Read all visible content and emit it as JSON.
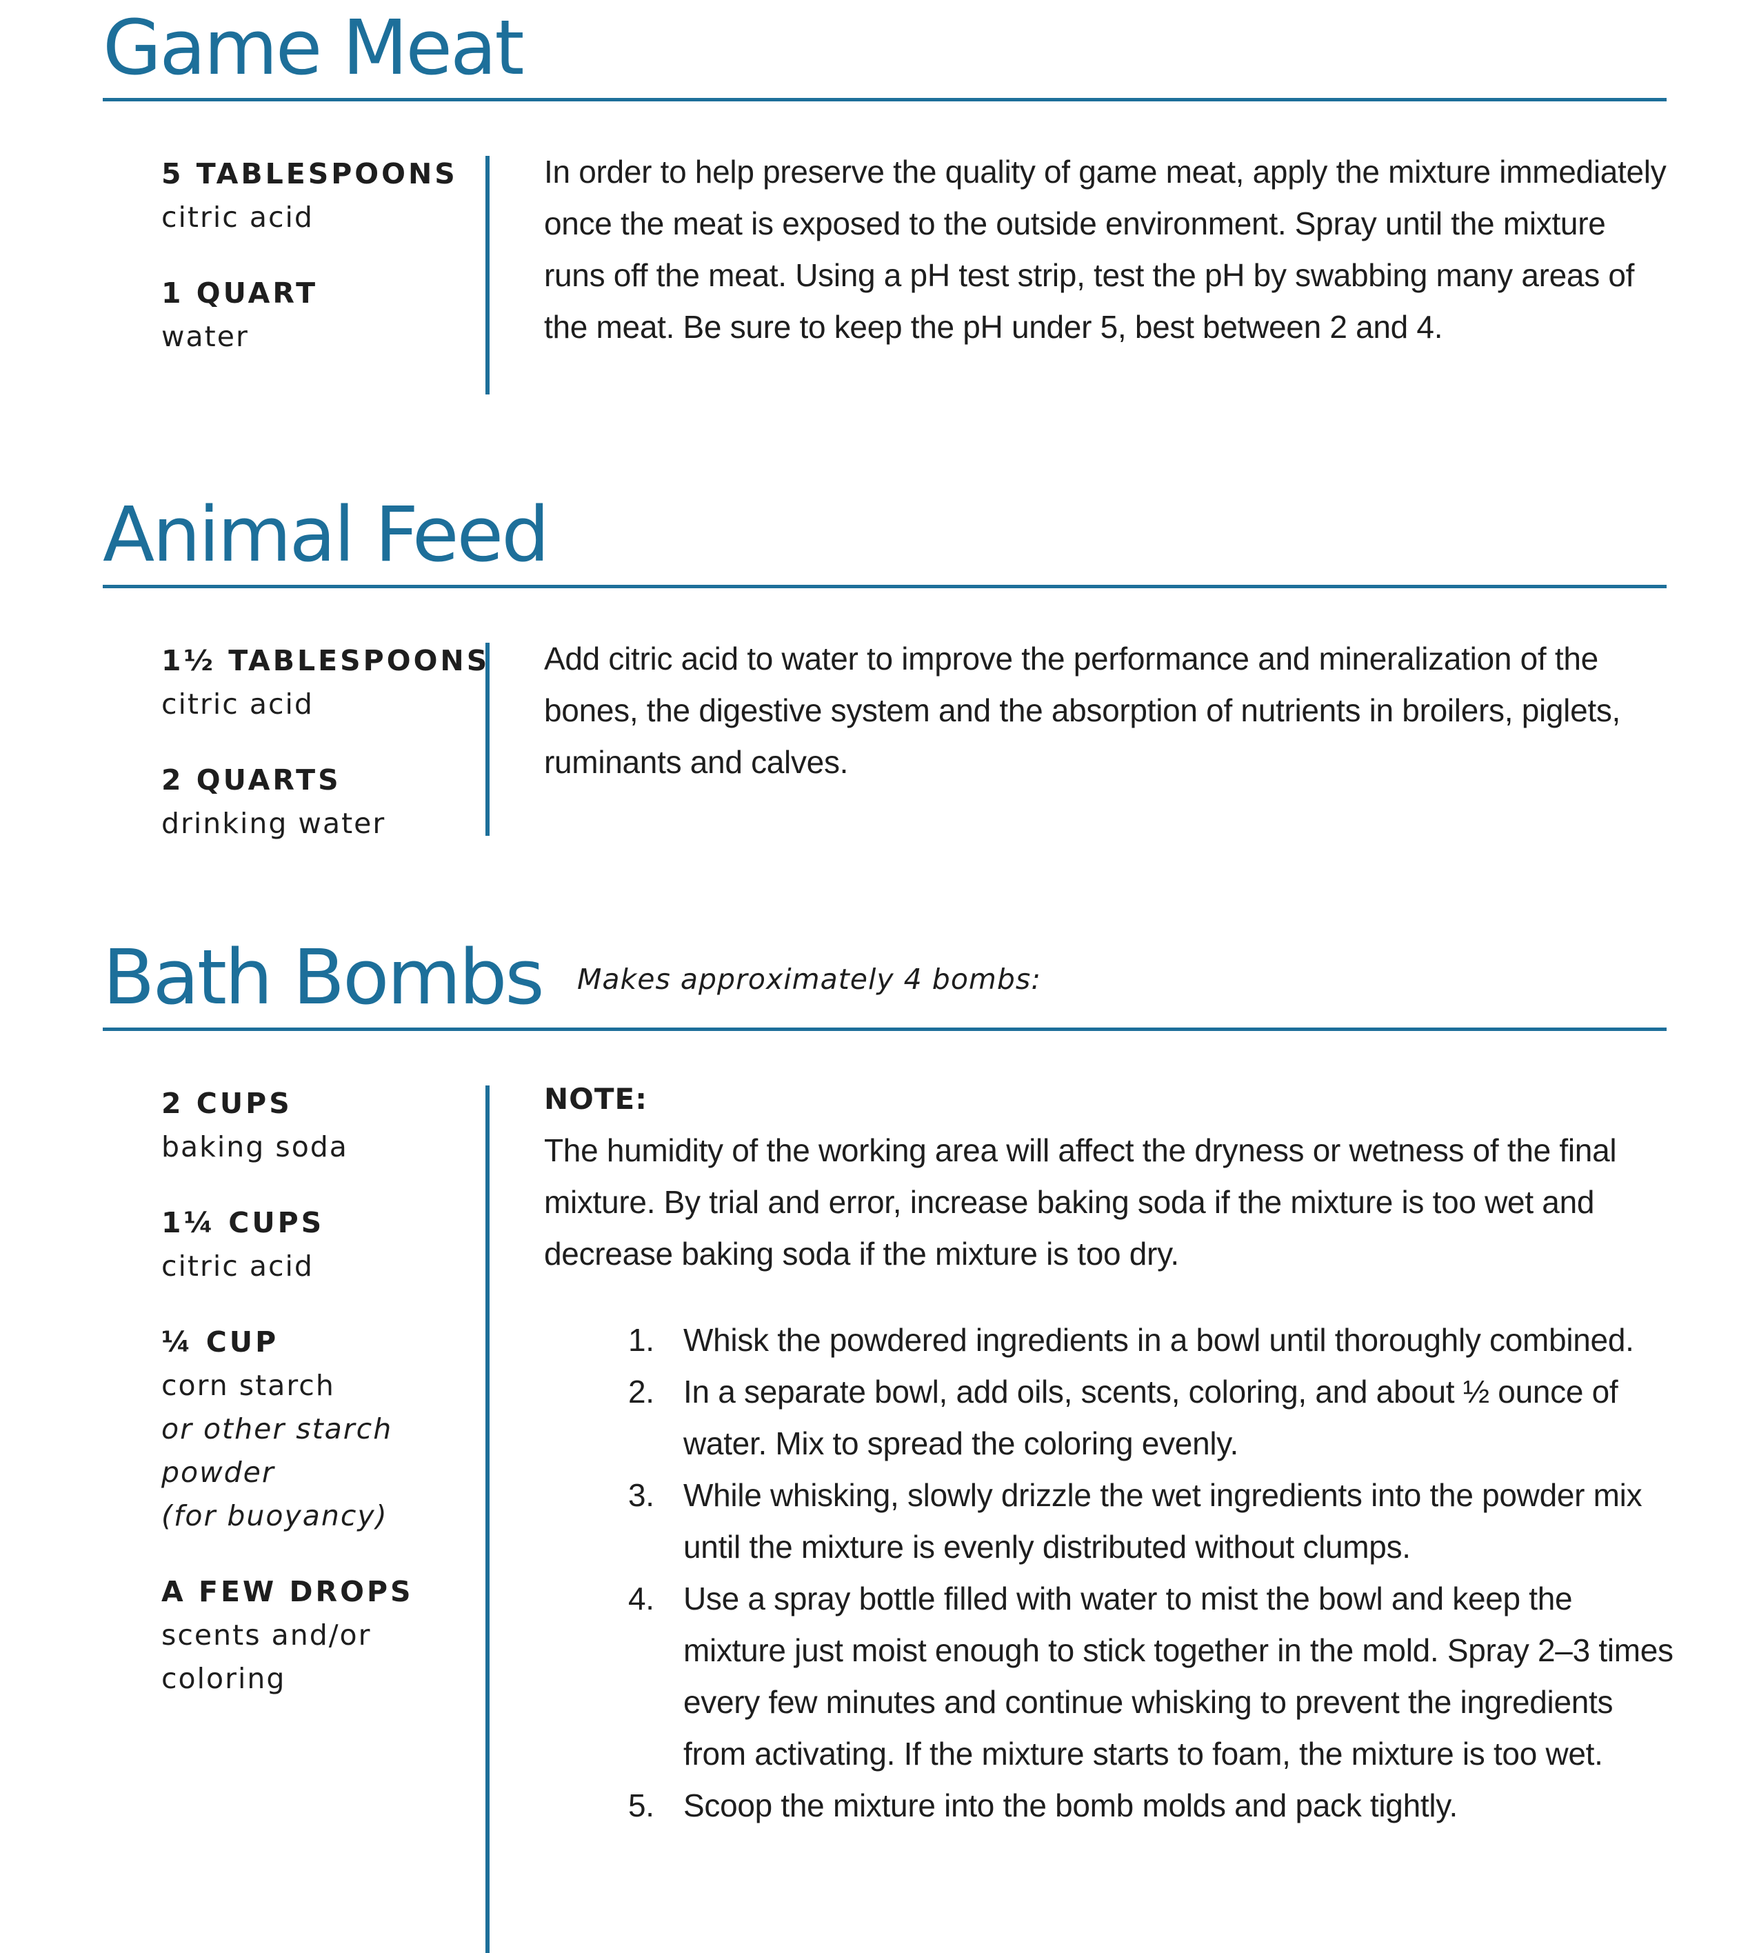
{
  "sections": [
    {
      "title": "Game Meat",
      "ingredients": [
        {
          "qty": "5 TABLESPOONS",
          "lines": [
            "citric acid"
          ]
        },
        {
          "qty": "1 QUART",
          "lines": [
            "water"
          ]
        }
      ],
      "body": "In order to help preserve the quality of game meat, apply the mixture immediately once the meat is exposed to the outside environment. Spray until the mixture runs off the meat. Using a pH test strip, test the pH by swabbing many areas of the meat. Be sure to keep the pH under 5, best between 2 and 4."
    },
    {
      "title": "Animal Feed",
      "ingredients": [
        {
          "qty": "1½ TABLESPOONS",
          "lines": [
            "citric acid"
          ]
        },
        {
          "qty": "2 QUARTS",
          "lines": [
            "drinking water"
          ]
        }
      ],
      "body": "Add citric acid to water to improve the performance and mineralization of the bones, the digestive system and the absorption of nutrients in broilers, piglets, ruminants and calves."
    },
    {
      "title": "Bath Bombs",
      "subtitle": "Makes approximately 4 bombs:",
      "ingredients": [
        {
          "qty": "2 CUPS",
          "lines": [
            "baking soda"
          ]
        },
        {
          "qty": "1¼ CUPS",
          "lines": [
            "citric acid"
          ]
        },
        {
          "qty": "¼ CUP",
          "lines": [
            "corn starch"
          ],
          "alt_lines": [
            "or other starch",
            "powder",
            "(for buoyancy)"
          ]
        },
        {
          "qty": "A FEW DROPS",
          "lines": [
            "scents and/or",
            "coloring"
          ]
        }
      ],
      "note_label": "NOTE:",
      "note": "The humidity of the working area will affect the dryness or wetness of the final mixture. By trial and error, increase baking soda if the mixture is too wet and decrease baking soda if the mixture is too dry.",
      "steps": [
        {
          "num": "1.",
          "text": "Whisk the powdered ingredients in a bowl until thoroughly combined."
        },
        {
          "num": "2.",
          "text": "In a separate bowl, add oils, scents, coloring, and about ½ ounce of water. Mix to spread the coloring evenly."
        },
        {
          "num": "3.",
          "text": "While whisking, slowly drizzle the wet ingredients into the powder mix until the mixture is evenly distributed without clumps."
        },
        {
          "num": "4.",
          "text": "Use a spray bottle filled with water to mist the bowl and keep the mixture just moist enough to stick together in the mold. Spray 2–3 times every few minutes and continue whisking to prevent the ingredients from activating. If the mixture starts to foam, the mixture is too wet."
        },
        {
          "num": "5.",
          "text": "Scoop the mixture into the bomb molds and pack tightly."
        }
      ]
    }
  ]
}
